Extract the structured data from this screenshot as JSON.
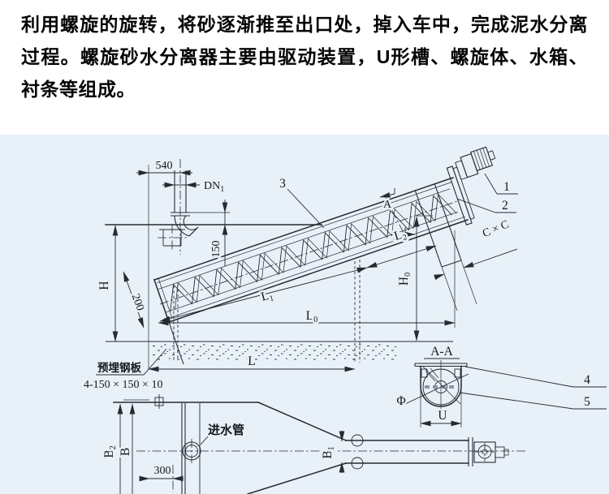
{
  "intro": {
    "text": "利用螺旋的旋转，将砂逐渐推至出口处，掉入车中，完成泥水分离过程。螺旋砂水分离器主要由驱动装置，U形槽、螺旋体、水箱、衬条等组成。"
  },
  "diagram": {
    "part_labels": [
      "1",
      "2",
      "3",
      "4",
      "5"
    ],
    "section_title": "A-A",
    "section_marker_top": "A",
    "section_marker_bottom": "A",
    "dims": {
      "d540": "540",
      "dn1": {
        "base": "DN",
        "sub": "1"
      },
      "d150": "150",
      "h": "H",
      "d200": "200",
      "l1": {
        "base": "L",
        "sub": "1"
      },
      "l0": {
        "base": "L",
        "sub": "0"
      },
      "l": "L",
      "l2": {
        "base": "L",
        "sub": "2"
      },
      "h0": {
        "base": "H",
        "sub": "0"
      },
      "cxc": "C × C",
      "phi": "Φ",
      "u": "U",
      "b2": {
        "base": "B",
        "sub": "2"
      },
      "b": "B",
      "b1": {
        "base": "B",
        "sub": "1"
      },
      "d300": "300"
    },
    "annotations": {
      "embedded_plate": "预埋钢板",
      "embedded_plate_spec": "4-150 × 150 × 10",
      "inlet_pipe": "进水管"
    }
  }
}
